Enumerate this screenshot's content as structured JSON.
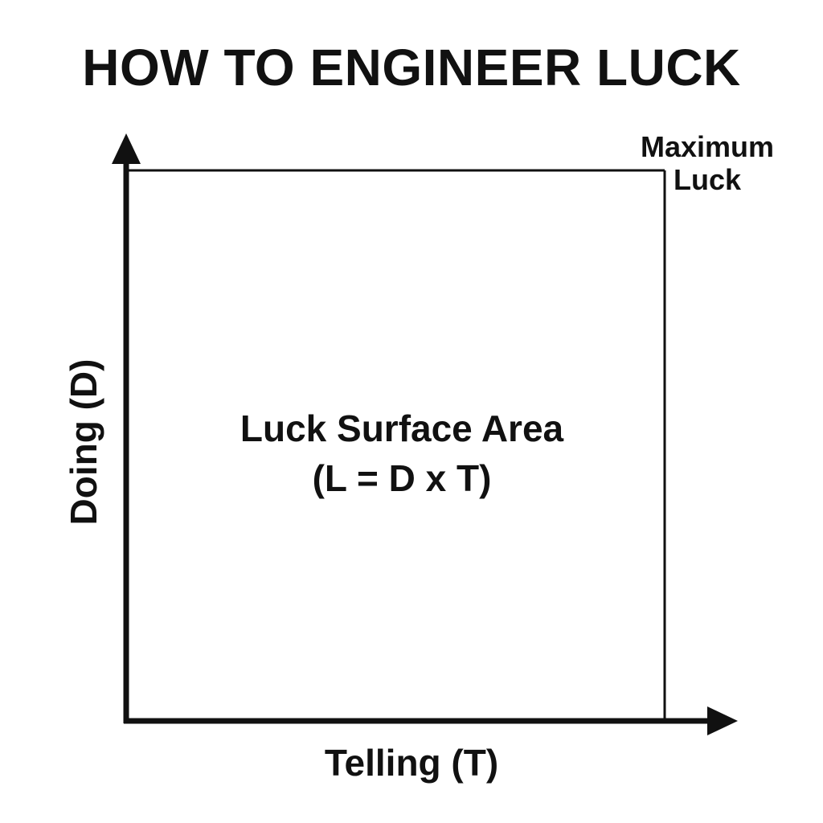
{
  "title": "HOW TO ENGINEER LUCK",
  "axes": {
    "y_label": "Doing (D)",
    "x_label": "Telling (T)"
  },
  "region": {
    "name": "Luck Surface Area",
    "formula": "(L = D x T)"
  },
  "corner": {
    "line1": "Maximum",
    "line2": "Luck"
  },
  "colors": {
    "ink": "#111111",
    "background": "#ffffff"
  }
}
